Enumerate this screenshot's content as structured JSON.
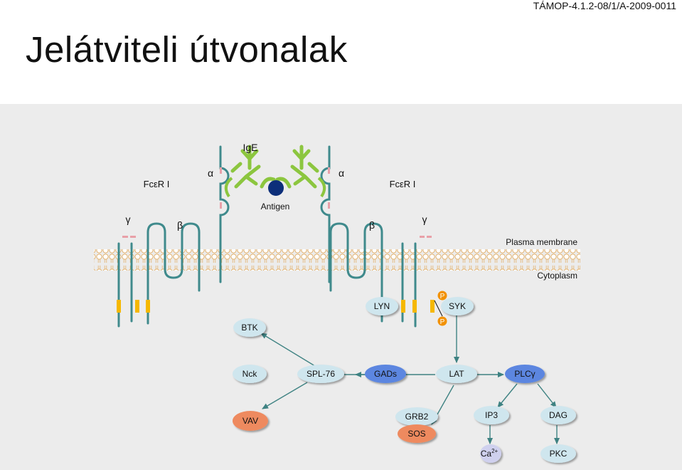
{
  "header": {
    "code": "TÁMOP-4.1.2-08/1/A-2009-0011",
    "title": "Jelátviteli útvonalak"
  },
  "diagram": {
    "ige": "IgE",
    "antigen": "Antigen",
    "receptor_left": "FcεR I",
    "receptor_right": "FcεR I",
    "alpha": "α",
    "beta": "β",
    "gamma": "γ",
    "plasma_membrane": "Plasma membrane",
    "cytoplasm": "Cytoplasm",
    "phospho": "P",
    "nodes": {
      "btk": "BTK",
      "lyn": "LYN",
      "syk": "SYK",
      "nck": "Nck",
      "spl76": "SPL-76",
      "gads": "GADs",
      "lat": "LAT",
      "plcg": "PLCγ",
      "vav": "VAV",
      "grb2": "GRB2",
      "sos": "SOS",
      "ip3": "IP3",
      "dag": "DAG",
      "ca": "Ca",
      "ca_sup": "2+",
      "pkc": "PKC"
    },
    "colors": {
      "panel": "#ececec",
      "receptor": "#3f8a8c",
      "antibody": "#8cc63f",
      "antigen": "#0d2f7a",
      "phospho": "#f29100",
      "tyrosine": "#f5b800",
      "node_light": "#cfe6ee",
      "node_blue": "#5b86e0",
      "node_orange": "#ee8a5e",
      "node_lavender": "#cfd0ee",
      "arrow": "#3e8282"
    }
  }
}
